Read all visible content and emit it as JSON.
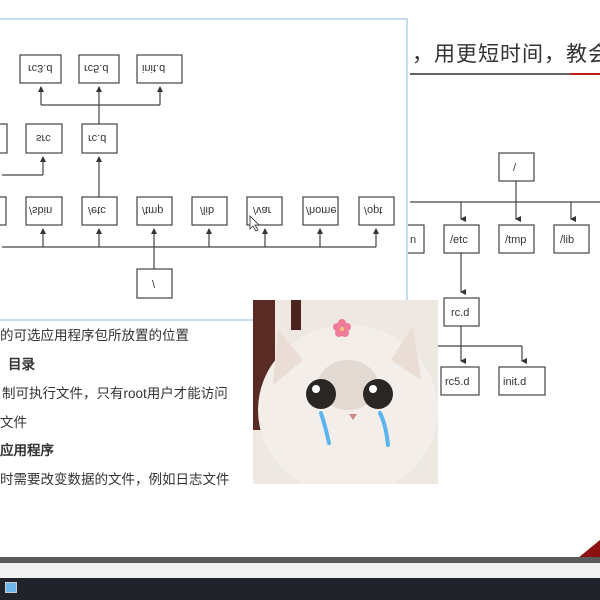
{
  "slide": {
    "title_fragment": "，用更短时间，教会",
    "accent_color": "#c0201a",
    "body_lines": [
      {
        "text": "的可选应用程序包所放置的位置",
        "bold": false
      },
      {
        "text": "目录",
        "bold": true
      },
      {
        "text": "制可执行文件，只有root用户才能访问",
        "bold": false
      },
      {
        "text": "文件",
        "bold": false
      },
      {
        "text": "应用程序",
        "bold": true
      },
      {
        "text": "时需要改变数据的文件，例如日志文件",
        "bold": false
      }
    ]
  },
  "diagram_right": {
    "root": "/",
    "partial": "n",
    "level1": [
      "/etc",
      "/tmp",
      "/lib"
    ],
    "level2": "rc.d",
    "level3": [
      "rc5.d",
      "init.d"
    ]
  },
  "diagram_flipped": {
    "root": "/",
    "level1": [
      "/sbin",
      "/etc",
      "/tmp",
      "/lib",
      "/var",
      "/home",
      "/opt"
    ],
    "level2": [
      "src",
      "rc.d"
    ],
    "level3": [
      "rc3.d",
      "rc5.d",
      "init.d"
    ]
  },
  "sticker": {
    "subject": "crying-cat"
  },
  "taskbar": {
    "icon": "app-icon"
  }
}
